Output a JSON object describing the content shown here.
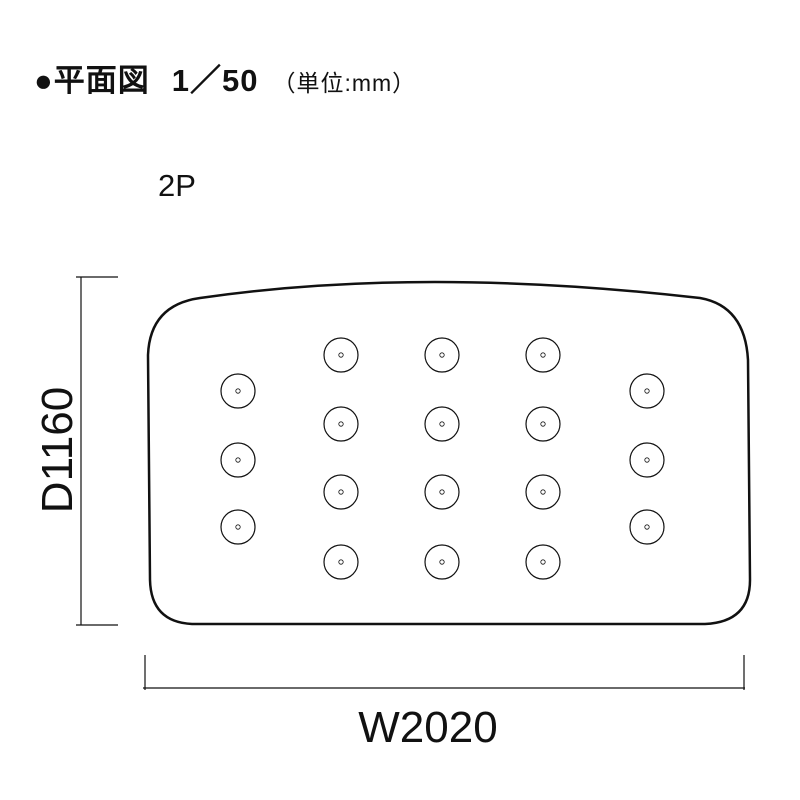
{
  "title": {
    "bullet": "●",
    "label": "平面図",
    "scale": "1／50",
    "unit": "（単位:mm）"
  },
  "capacity_label": "2P",
  "dimensions": {
    "depth": "D1160",
    "width": "W2020"
  },
  "hole_count": 18
}
